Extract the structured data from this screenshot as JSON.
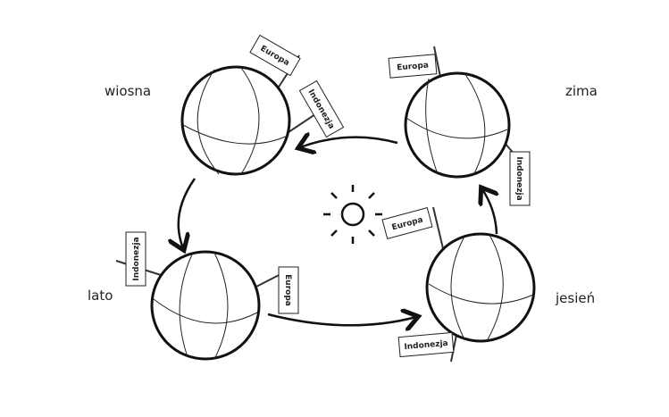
{
  "seasons": {
    "spring": "wiosna",
    "winter": "zima",
    "summer": "lato",
    "autumn": "jesień"
  },
  "flags": {
    "europe": "Europa",
    "indonesia": "Indonezja"
  },
  "icons": [
    "sun-icon",
    "globe-icon",
    "arrow-icon"
  ]
}
